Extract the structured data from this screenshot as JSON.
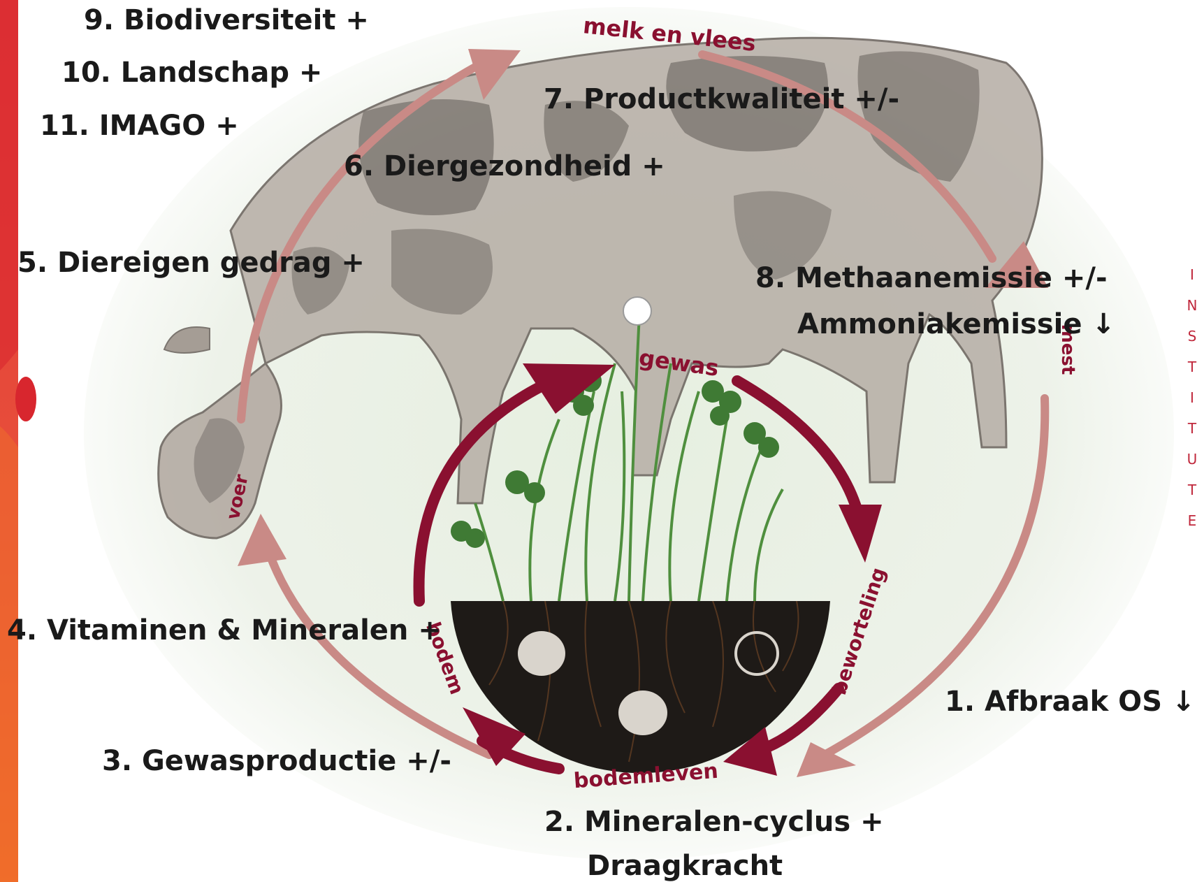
{
  "diagram": {
    "cycle_labels": {
      "melk": "melk en vlees",
      "voer": "voer",
      "mest": "mest",
      "gewas": "gewas",
      "beworteling": "beworteling",
      "bodemleven": "bodemleven",
      "bodem": "bodem"
    },
    "items": [
      {
        "id": "item-1",
        "text": "1. Afbraak OS ↓"
      },
      {
        "id": "item-2",
        "text": "2. Mineralen-cyclus +"
      },
      {
        "id": "item-2b",
        "text": "Draagkracht"
      },
      {
        "id": "item-3",
        "text": "3. Gewasproductie +/-"
      },
      {
        "id": "item-4",
        "text": "4. Vitaminen & Mineralen +"
      },
      {
        "id": "item-5",
        "text": "5. Diereigen gedrag +"
      },
      {
        "id": "item-6",
        "text": "6. Diergezondheid +"
      },
      {
        "id": "item-7",
        "text": "7. Productkwaliteit  +/-"
      },
      {
        "id": "item-8",
        "text": "8. Methaanemissie +/-"
      },
      {
        "id": "item-8b",
        "text": "Ammoniakemissie ↓"
      },
      {
        "id": "item-9",
        "text": "9. Biodiversiteit +"
      },
      {
        "id": "item-10",
        "text": "10. Landschap +"
      },
      {
        "id": "item-11",
        "text": "11. IMAGO +"
      }
    ],
    "side_word": [
      "I",
      "N",
      "S",
      "T",
      "I",
      "T",
      "U",
      "T",
      "E"
    ],
    "colors": {
      "outer_arrow": "#c98a86",
      "inner_arrow": "#8a1030",
      "cycle_text": "#8a1030",
      "accent_red": "#d8262e",
      "left_bar": "#e8503a",
      "grass": "#4f8f3e",
      "soil": "#1e1a17"
    }
  }
}
